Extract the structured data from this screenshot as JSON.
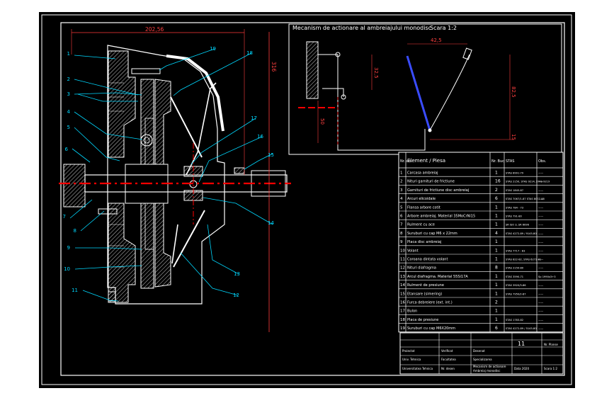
{
  "title_block": {
    "heading": "Mecanism de actionare al ambreiajului monodisc",
    "scale": "Scara 1:2"
  },
  "dimensions": {
    "overall_width": "202,56",
    "overall_height": "316",
    "lever_width": "42,5",
    "lever_height": "82,5",
    "lever_offset": "15",
    "pedal_height": "32,5",
    "pedal_lower": "50"
  },
  "bom": {
    "headers": [
      "Nr. crt.",
      "Element / Piesa",
      "Nr. Buc",
      "STAS",
      "Obs."
    ],
    "rows": [
      {
        "nr": "1",
        "name": "Carcasa ambreiaj",
        "qty": "1",
        "stas": "STAS 8991-79",
        "obs": "——"
      },
      {
        "nr": "2",
        "name": "Nituri garnituri de frictiune",
        "qty": "16",
        "stas": "STAS 2150, STAS 9214, STAS 9219",
        "obs": "——"
      },
      {
        "nr": "3",
        "name": "Garnituri de frictiune disc ambreiaj",
        "qty": "2",
        "stas": "STAS 1845-87",
        "obs": "——"
      },
      {
        "nr": "4",
        "name": "Arcuri elicoidale",
        "qty": "6",
        "stas": "STAS 7067/1-87 STAS 8077-88",
        "obs": "——"
      },
      {
        "nr": "5",
        "name": "Flansa arbore cotit",
        "qty": "1",
        "stas": "STAS 784 - 73",
        "obs": "——"
      },
      {
        "nr": "6",
        "name": "Arbore ambreiaj. Material 35MoCrNi15",
        "qty": "1",
        "stas": "STAS 791-80",
        "obs": "——"
      },
      {
        "nr": "7",
        "name": "Rulment cu ace",
        "qty": "1",
        "stas": "SR ISO 3, SR 6096",
        "obs": "——"
      },
      {
        "nr": "8",
        "name": "Suruburi cu cap M6 x 22mm",
        "qty": "4",
        "stas": "STAS 4272-89 / 9145-80",
        "obs": "——"
      },
      {
        "nr": "9",
        "name": "Placa disc ambreiaj",
        "qty": "1",
        "stas": "",
        "obs": "——"
      },
      {
        "nr": "10",
        "name": "Volant",
        "qty": "1",
        "stas": "STAS 7717 - 83",
        "obs": "——"
      },
      {
        "nr": "11",
        "name": "Coroana dintata volant",
        "qty": "1",
        "stas": "STAS 822-82, STAS 6273-81",
        "obs": "——"
      },
      {
        "nr": "12",
        "name": "Nituri diafragma",
        "qty": "8",
        "stas": "STAS 2150-80",
        "obs": "——"
      },
      {
        "nr": "13",
        "name": "Arcul diafragma. Material 55Si17A",
        "qty": "1",
        "stas": "STAS 3590-71",
        "obs": "Sp 1990x3+3"
      },
      {
        "nr": "14",
        "name": "Rulment de presiune",
        "qty": "1",
        "stas": "STAS 3920/3-86",
        "obs": "——"
      },
      {
        "nr": "15",
        "name": "Etansare (simering)",
        "qty": "1",
        "stas": "STAS 7950/2-87",
        "obs": "——"
      },
      {
        "nr": "16",
        "name": "Furca debreiere (ext. int.)",
        "qty": "2",
        "stas": "",
        "obs": "——"
      },
      {
        "nr": "17",
        "name": "Bulon",
        "qty": "1",
        "stas": "",
        "obs": "——"
      },
      {
        "nr": "18",
        "name": "Placa de presiune",
        "qty": "1",
        "stas": "STAS 1783-82",
        "obs": "——"
      },
      {
        "nr": "19",
        "name": "Suruburi cu cap M6X20mm",
        "qty": "6",
        "stas": "STAS 4272-89 / 5145-80",
        "obs": "——"
      }
    ]
  },
  "stamp": {
    "sheet_count": "11",
    "sheet_label": "Nr. Planse",
    "row1": [
      "Proiectat",
      "Verificat",
      "Desenat"
    ],
    "row2": [
      "Univ. Tehnica",
      "Facultatea",
      "Specializarea"
    ],
    "row3": [
      "Mecanism de actionare",
      "Ambreiaj monodisc",
      "Scara 1:2"
    ],
    "footer_left": "Universitatea Tehnica",
    "footer_mid": "Nr. desen",
    "footer_right": "Data 2020"
  },
  "callouts": [
    "1",
    "2",
    "3",
    "4",
    "5",
    "6",
    "7",
    "8",
    "9",
    "10",
    "11",
    "12",
    "13",
    "14",
    "15",
    "16",
    "17",
    "18",
    "19"
  ],
  "colors": {
    "background": "#000000",
    "frame": "#ffffff",
    "section": "#ffffff",
    "hatch": "#ffffff",
    "centerline": "#ff0000",
    "dimension": "#ff3c3c",
    "leader": "#00d8ff",
    "lever": "#3a4cff"
  }
}
